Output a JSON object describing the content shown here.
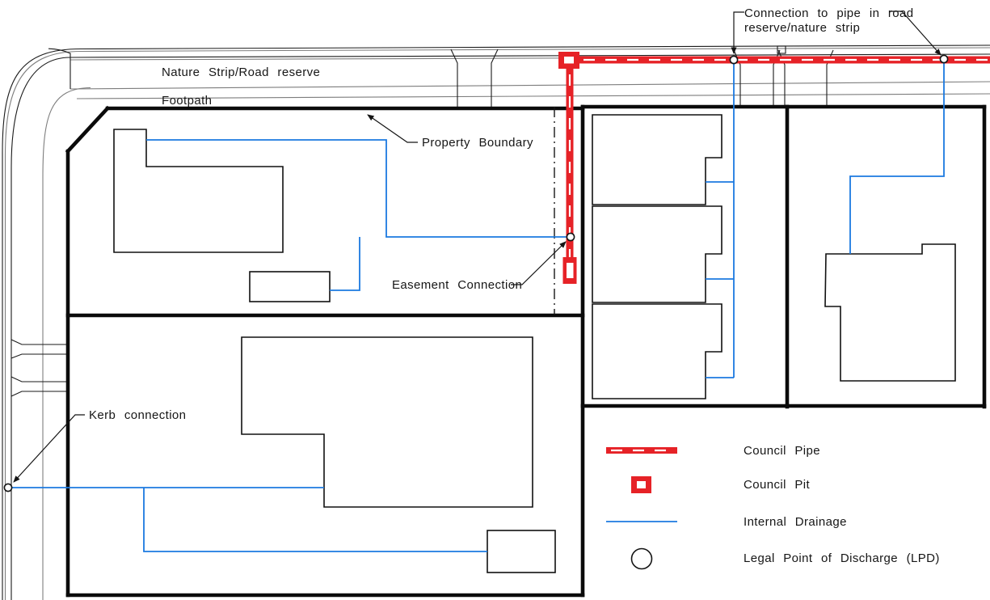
{
  "drawing": {
    "road_labels": {
      "nature_strip": "Nature Strip/Road reserve",
      "footpath": "Footpath"
    },
    "callouts": {
      "connection_line1": "Connection to pipe in road",
      "connection_line2": "reserve/nature strip",
      "property_boundary": "Property Boundary",
      "easement_connection": "Easement Connection",
      "kerb_connection": "Kerb connection"
    },
    "legend": {
      "items": [
        {
          "symbol": "council-pipe-swatch",
          "label": "Council Pipe"
        },
        {
          "symbol": "council-pit-swatch",
          "label": "Council Pit"
        },
        {
          "symbol": "internal-drainage-swatch",
          "label": "Internal Drainage"
        },
        {
          "symbol": "lpd-circle-swatch",
          "label": "Legal Point of Discharge (LPD)"
        }
      ]
    },
    "colors": {
      "council_red": "#e62227",
      "drainage_blue": "#1b79e0",
      "ink": "#141414",
      "road_gray": "#7d7d7d"
    }
  }
}
